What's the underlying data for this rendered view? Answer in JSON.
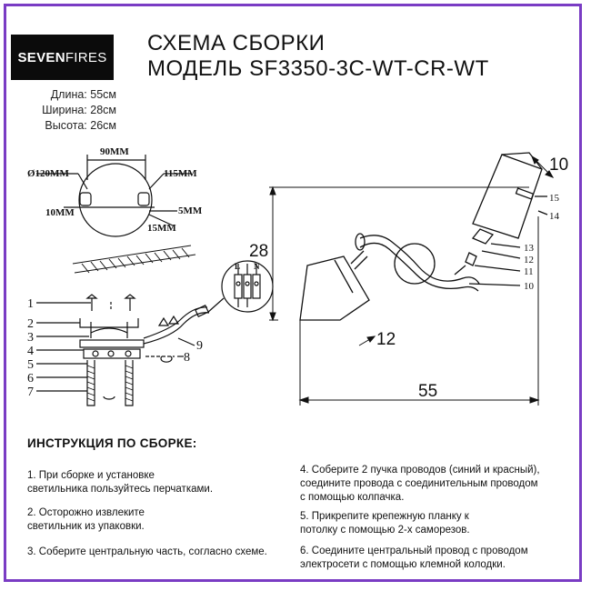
{
  "brand": {
    "logo_bold": "SEVEN",
    "logo_light": "FIRES"
  },
  "header": {
    "title_line1": "СХЕМА СБОРКИ",
    "title_line2": "МОДЕЛЬ SF3350-3C-WT-CR-WT"
  },
  "dimensions": {
    "length": "Длина: 55см",
    "width": "Ширина: 28см",
    "height": "Высота: 26см"
  },
  "mount_diagram": {
    "diameter": "Ø120MM",
    "width_90": "90MM",
    "depth_115": "115MM",
    "len_10": "10MM",
    "len_5": "5MM",
    "len_15": "15MM",
    "terminal_L": "L",
    "terminal_N": "N",
    "parts": [
      "1",
      "2",
      "3",
      "4",
      "5",
      "6",
      "7",
      "8",
      "9"
    ]
  },
  "fixture_diagram": {
    "dim_top": "10",
    "dim_height": "28",
    "dim_spot": "12",
    "dim_length": "55",
    "parts": [
      "15",
      "14",
      "13",
      "12",
      "11",
      "10"
    ]
  },
  "instructions": {
    "heading": "ИНСТРУКЦИЯ ПО СБОРКЕ:",
    "step1_a": "1. При сборке и установке",
    "step1_b": "светильника пользуйтесь перчатками.",
    "step2_a": "2. Осторожно извлеките",
    "step2_b": "светильник из упаковки.",
    "step3": "3. Соберите центральную часть, согласно схеме.",
    "step4_a": "4. Соберите 2 пучка проводов (синий и красный),",
    "step4_b": "соедините провода с соединительным проводом",
    "step4_c": "с помощью колпачка.",
    "step5_a": "5. Прикрепите крепежную планку к",
    "step5_b": "потолку с помощью 2-х саморезов.",
    "step6_a": "6. Соедините центральный провод с проводом",
    "step6_b": "электросети с помощью клемной колодки."
  },
  "colors": {
    "frame": "#7a3cc4",
    "logo_bg": "#0b0b0b"
  }
}
